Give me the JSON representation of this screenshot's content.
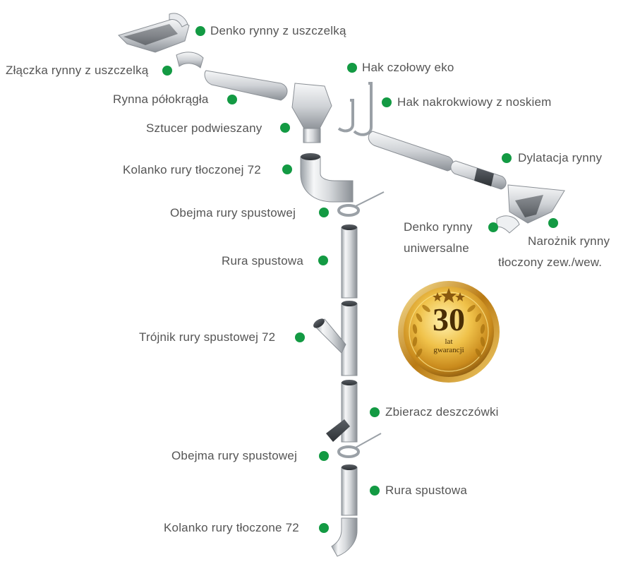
{
  "colors": {
    "dot": "#139a43",
    "label": "#555555",
    "metal_light": "#f4f5f6",
    "metal_mid": "#c9ccd0",
    "metal_dark": "#8a8f95",
    "gold_light": "#fbe38a",
    "gold_mid": "#e0a92a",
    "gold_dark": "#8a5a10"
  },
  "labels": {
    "denko_uszczelka": "Denko rynny z uszczelką",
    "zlaczka": "Złączka rynny z uszczelką",
    "hak_czolowy": "Hak czołowy eko",
    "rynna": "Rynna półokrągła",
    "hak_nakrokwiowy": "Hak nakrokwiowy z noskiem",
    "sztucer": "Sztucer podwieszany",
    "dylatacja": "Dylatacja rynny",
    "kolanko_72": "Kolanko rury tłoczonej 72",
    "obejma_1": "Obejma rury spustowej",
    "denko_uniw_1": "Denko rynny",
    "denko_uniw_2": "uniwersalne",
    "naroznik_1": "Narożnik rynny",
    "naroznik_2": "tłoczony zew./wew.",
    "rura_1": "Rura spustowa",
    "trojnik": "Trójnik rury spustowej 72",
    "zbieracz": "Zbieracz deszczówki",
    "obejma_2": "Obejma rury spustowej",
    "rura_2": "Rura spustowa",
    "kolanko_bottom": "Kolanko rury tłoczone 72"
  },
  "badge": {
    "number": "30",
    "line1": "lat",
    "line2": "gwarancji"
  },
  "icons": {
    "callout": "green-dot-icon",
    "seal": "gold-seal-icon",
    "star": "star-icon",
    "laurel": "laurel-icon"
  }
}
